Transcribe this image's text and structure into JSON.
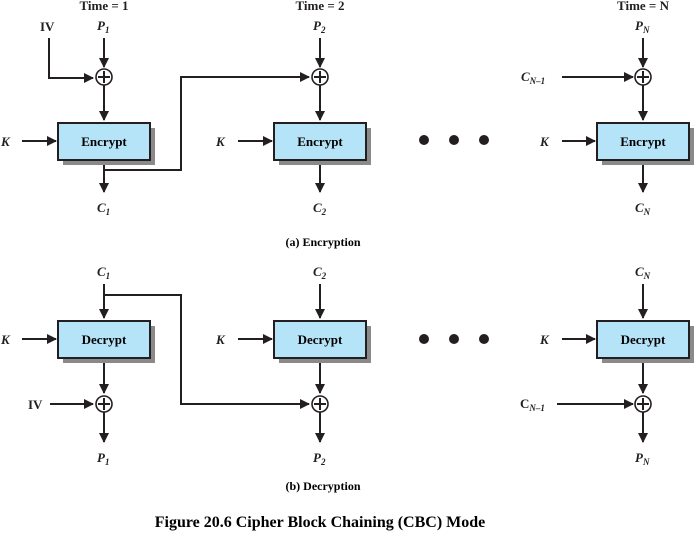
{
  "encryption": {
    "time_labels": [
      "Time = 1",
      "Time = 2",
      "Time = N"
    ],
    "block_label": "Encrypt",
    "key_label": "K",
    "iv_label": "IV",
    "inputs": [
      {
        "main": "P",
        "sub": "1"
      },
      {
        "main": "P",
        "sub": "2"
      },
      {
        "main": "P",
        "sub": "N"
      }
    ],
    "outputs": [
      {
        "main": "C",
        "sub": "1"
      },
      {
        "main": "C",
        "sub": "2"
      },
      {
        "main": "C",
        "sub": "N"
      }
    ],
    "chain_input": {
      "main": "C",
      "sub": "N–1"
    },
    "caption": "(a) Encryption"
  },
  "decryption": {
    "block_label": "Decrypt",
    "key_label": "K",
    "iv_label": "IV",
    "inputs": [
      {
        "main": "C",
        "sub": "1"
      },
      {
        "main": "C",
        "sub": "2"
      },
      {
        "main": "C",
        "sub": "N"
      }
    ],
    "outputs": [
      {
        "main": "P",
        "sub": "1"
      },
      {
        "main": "P",
        "sub": "2"
      },
      {
        "main": "P",
        "sub": "N"
      }
    ],
    "chain_input": {
      "main": "C",
      "sub": "N–1"
    },
    "caption": "(b) Decryption"
  },
  "figure_title": "Figure 20.6 Cipher Block Chaining (CBC) Mode",
  "colors": {
    "block_fill": "#b5e3f7",
    "line": "#231f20",
    "shadow": "#8a8a8a"
  }
}
